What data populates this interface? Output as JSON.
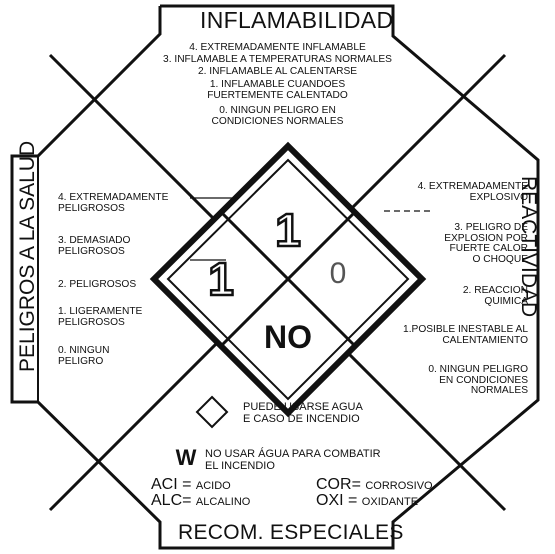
{
  "top": {
    "title": "INFLAMABILIDAD",
    "levels": [
      "4. EXTREMADAMENTE INFLAMABLE",
      "3. INFLAMABLE A TEMPERATURAS NORMALES",
      "2. INFLAMABLE AL CALENTARSE",
      "1. INFLAMABLE CUANDOES\nFUERTEMENTE CALENTADO",
      "0. NINGUN PELIGRO EN\nCONDICIONES NORMALES"
    ]
  },
  "left": {
    "title": "PELIGROS A LA SALUD",
    "levels": [
      "4. EXTREMADAMENTE\nPELIGROSOS",
      "3. DEMASIADO\nPELIGROSOS",
      "2. PELIGROSOS",
      "1. LIGERAMENTE\nPELIGROSOS",
      "0. NINGUN\nPELIGRO"
    ]
  },
  "right": {
    "title": "REACTIVIDAD",
    "levels": [
      "4. EXTREMADAMENTE\nEXPLOSIVO",
      "3. PELIGRO DE\nEXPLOSION POR\nFUERTE CALOR\nO CHOQUE",
      "2. REACCION\nQUIMICA",
      "1.POSIBLE INESTABLE AL\nCALENTAMIENTO",
      "0. NINGUN PELIGRO\nEN CONDICIONES\nNORMALES"
    ]
  },
  "bottom": {
    "title": "RECOM. ESPECIALES",
    "water_ok": "PUEDE USARSE AGUA\nE CASO DE INCENDIO",
    "no_water_symbol": "W",
    "no_water": "NO USAR ÁGUA PARA COMBATIR\nEL INCENDIO",
    "acronyms": [
      {
        "code": "ACI",
        "meaning": "ACIDO"
      },
      {
        "code": "ALC",
        "meaning": "ALCALINO"
      },
      {
        "code": "COR",
        "meaning": "CORROSIVO"
      },
      {
        "code": "OXI",
        "meaning": "OXIDANTE"
      }
    ]
  },
  "diamond": {
    "flammability": "1",
    "health": "1",
    "reactivity": "0",
    "special": "NO"
  }
}
